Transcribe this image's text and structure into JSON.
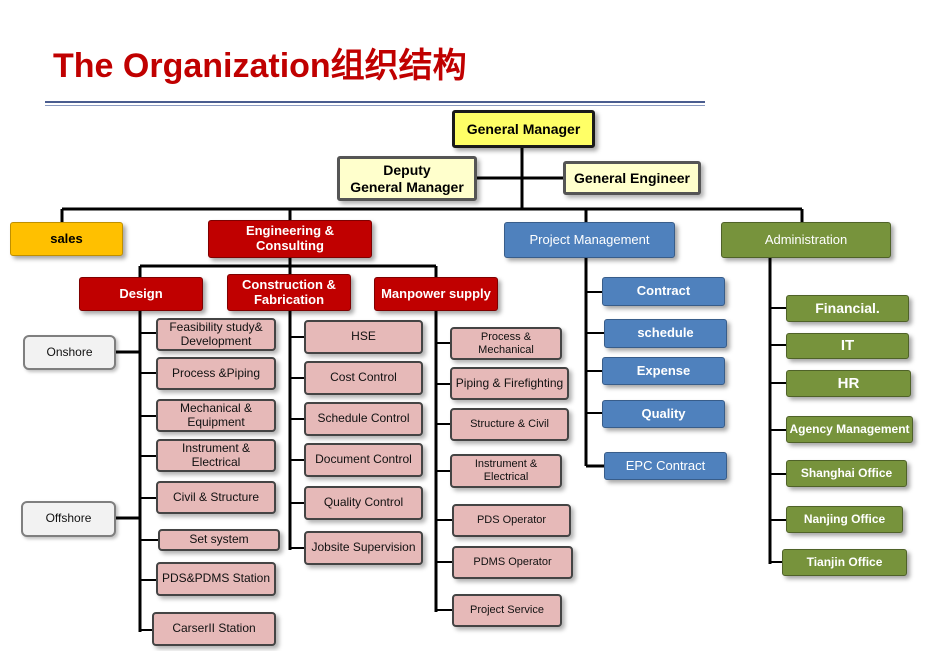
{
  "title": "The Organization组织结构",
  "colors": {
    "title": "#c00000",
    "yellow": "#ffff66",
    "orange": "#ffc000",
    "red": "#c00000",
    "blue": "#4f81bd",
    "green": "#77933c",
    "pink": "#e6b9b8"
  },
  "top": {
    "general_manager": "General Manager",
    "deputy_line1": "Deputy",
    "deputy_line2": "General Manager",
    "general_engineer": "General Engineer"
  },
  "departments": {
    "sales": "sales",
    "engineering_line1": "Engineering &",
    "engineering_line2": "Consulting",
    "project_management": "Project Management",
    "administration": "Administration"
  },
  "engineering_divisions": {
    "design": "Design",
    "construction_line1": "Construction &",
    "construction_line2": "Fabrication",
    "manpower": "Manpower supply"
  },
  "locations": {
    "onshore": "Onshore",
    "offshore": "Offshore"
  },
  "design_items": [
    {
      "line1": "Feasibility study&",
      "line2": "Development"
    },
    {
      "line1": "Process &Piping",
      "line2": ""
    },
    {
      "line1": "Mechanical &",
      "line2": "Equipment"
    },
    {
      "line1": "Instrument &",
      "line2": "Electrical"
    },
    {
      "line1": "Civil & Structure",
      "line2": ""
    },
    {
      "line1": "Set  system",
      "line2": ""
    },
    {
      "line1": "PDS&PDMS Station",
      "line2": ""
    },
    {
      "line1": "CarserII Station",
      "line2": ""
    }
  ],
  "construction_items": [
    "HSE",
    "Cost Control",
    "Schedule Control",
    "Document  Control",
    "Quality Control",
    "Jobsite Supervision"
  ],
  "manpower_items": [
    {
      "line1": "Process & Mechanical",
      "line2": ""
    },
    {
      "line1": "Piping & Firefighting",
      "line2": ""
    },
    {
      "line1": "Structure & Civil",
      "line2": ""
    },
    {
      "line1": "Instrument &",
      "line2": "Electrical"
    },
    {
      "line1": "PDS Operator",
      "line2": ""
    },
    {
      "line1": "PDMS Operator",
      "line2": ""
    },
    {
      "line1": "Project Service",
      "line2": ""
    }
  ],
  "pm_items": [
    "Contract",
    "schedule",
    "Expense",
    "Quality",
    "EPC Contract"
  ],
  "admin_items": [
    "Financial.",
    "IT",
    "HR",
    "Agency Management",
    "Shanghai Office",
    "Nanjing Office",
    "Tianjin Office"
  ]
}
